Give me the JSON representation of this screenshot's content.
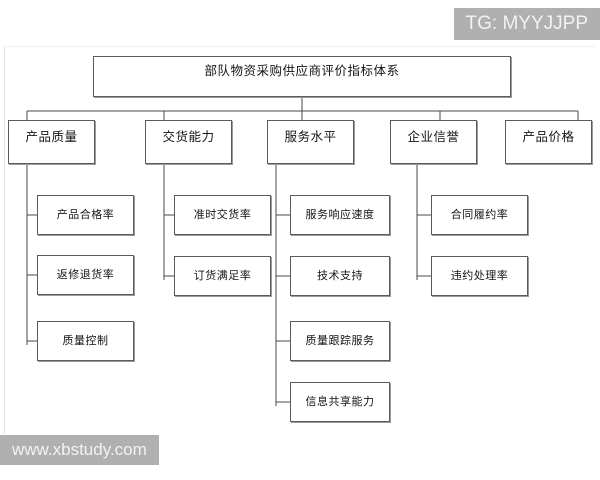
{
  "diagram": {
    "title_node": {
      "label": "部队物资采购供应商评价指标体系"
    },
    "level2": [
      {
        "label": "产品质量"
      },
      {
        "label": "交货能力"
      },
      {
        "label": "服务水平"
      },
      {
        "label": "企业信誉"
      },
      {
        "label": "产品价格"
      }
    ],
    "level3": {
      "product_quality": [
        {
          "label": "产品合格率"
        },
        {
          "label": "返修退货率"
        },
        {
          "label": "质量控制"
        }
      ],
      "delivery_capability": [
        {
          "label": "准时交货率"
        },
        {
          "label": "订货满足率"
        }
      ],
      "service_level": [
        {
          "label": "服务响应速度"
        },
        {
          "label": "技术支持"
        },
        {
          "label": "质量跟踪服务"
        },
        {
          "label": "信息共享能力"
        }
      ],
      "enterprise_reputation": [
        {
          "label": "合同履约率"
        },
        {
          "label": "违约处理率"
        }
      ],
      "product_price": []
    }
  },
  "watermarks": {
    "top_right": "TG: MYYJJPP",
    "bottom_left": "www.xbstudy.com"
  },
  "colors": {
    "box_border": "#5b5b5b",
    "box_shadow": "#9a9a9a",
    "line": "#4a4a4a",
    "watermark_bg": "#b0b0b0",
    "watermark_text": "#f2f2f2",
    "page_bg": "#ffffff"
  }
}
